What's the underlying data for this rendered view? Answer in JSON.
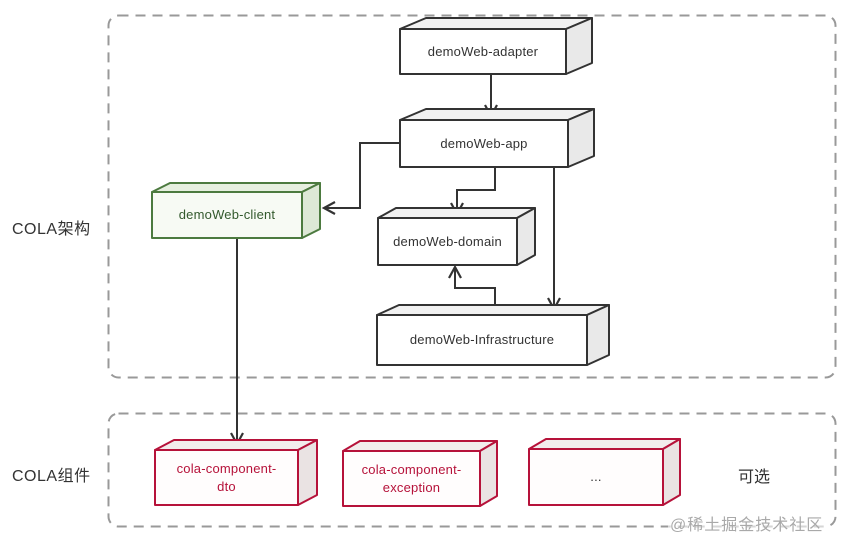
{
  "sections": {
    "architecture": {
      "label": "COLA架构"
    },
    "components": {
      "label": "COLA组件"
    }
  },
  "nodes": {
    "adapter": {
      "label": "demoWeb-adapter",
      "type": "module"
    },
    "app": {
      "label": "demoWeb-app",
      "type": "module"
    },
    "client": {
      "label": "demoWeb-client",
      "type": "module-highlight-green"
    },
    "domain": {
      "label": "demoWeb-domain",
      "type": "module"
    },
    "infrastructure": {
      "label": "demoWeb-Infrastructure",
      "type": "module"
    },
    "dto": {
      "label": "cola-component-\ndto",
      "type": "component-red"
    },
    "exception": {
      "label": "cola-component-\nexception",
      "type": "component-red"
    },
    "more": {
      "label": "...",
      "type": "component-red"
    }
  },
  "edges": [
    {
      "from": "demoWeb-adapter",
      "to": "demoWeb-app"
    },
    {
      "from": "demoWeb-app",
      "to": "demoWeb-client"
    },
    {
      "from": "demoWeb-app",
      "to": "demoWeb-domain"
    },
    {
      "from": "demoWeb-app",
      "to": "demoWeb-Infrastructure"
    },
    {
      "from": "demoWeb-Infrastructure",
      "to": "demoWeb-domain"
    },
    {
      "from": "demoWeb-client",
      "to": "cola-component-dto"
    }
  ],
  "annotations": {
    "optional": "可选",
    "watermark": "@稀土掘金技术社区"
  },
  "colors": {
    "node_border": "#333333",
    "node_front_fill": "#ffffff",
    "node_side_fill": "#e9e9e9",
    "green_border": "#4c7a3f",
    "green_text": "#33592d",
    "green_front_fill": "#f7faf4",
    "green_side_fill": "#dde8d6",
    "red_border": "#b6123a",
    "red_text": "#b6123a",
    "red_front_fill": "#fffdfd",
    "red_side_fill": "#eae3e3",
    "container_border": "#999999",
    "section_label_text": "#333333",
    "watermark_text": "#a9a9a9"
  }
}
